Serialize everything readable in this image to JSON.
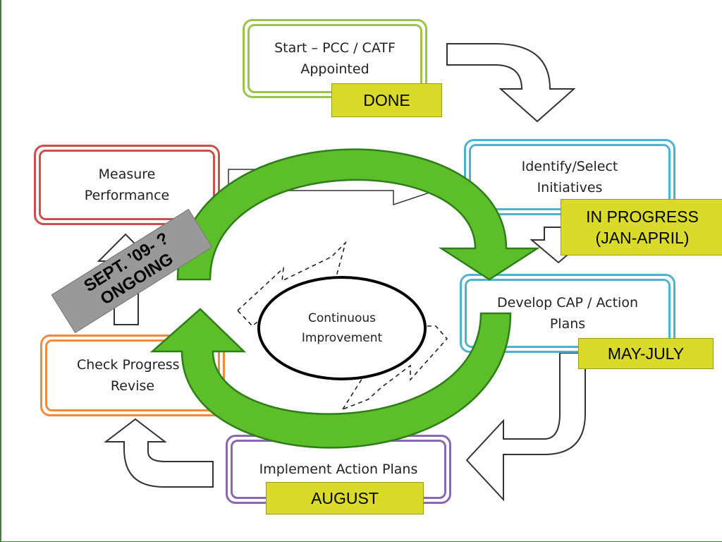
{
  "boxes": {
    "start": "Start – PCC / CATF\nAppointed",
    "identify": "Identify/Select\nInitiatives",
    "develop": "Develop CAP / Action\nPlans",
    "implement": "Implement Action Plans",
    "check": "Check Progress /\nRevise",
    "measure": "Measure\nPerformance"
  },
  "status_tags": {
    "start": "DONE",
    "identify": "IN PROGRESS\n(JAN-APRIL)",
    "develop": "MAY-JULY",
    "implement": "AUGUST",
    "measure_check": "SEPT. ’09- ?\nONGOING"
  },
  "center": "Continuous\nImprovement",
  "colors": {
    "start_border": "#9bc44b",
    "identify_border": "#4eb3d3",
    "develop_border": "#4eb3d3",
    "implement_border": "#8a67b5",
    "check_border": "#f08a3c",
    "measure_border": "#c9504c",
    "status_tag": "#dada2a",
    "ongoing_tag": "#999999",
    "cycle_arrows": "#5cbf2a"
  }
}
